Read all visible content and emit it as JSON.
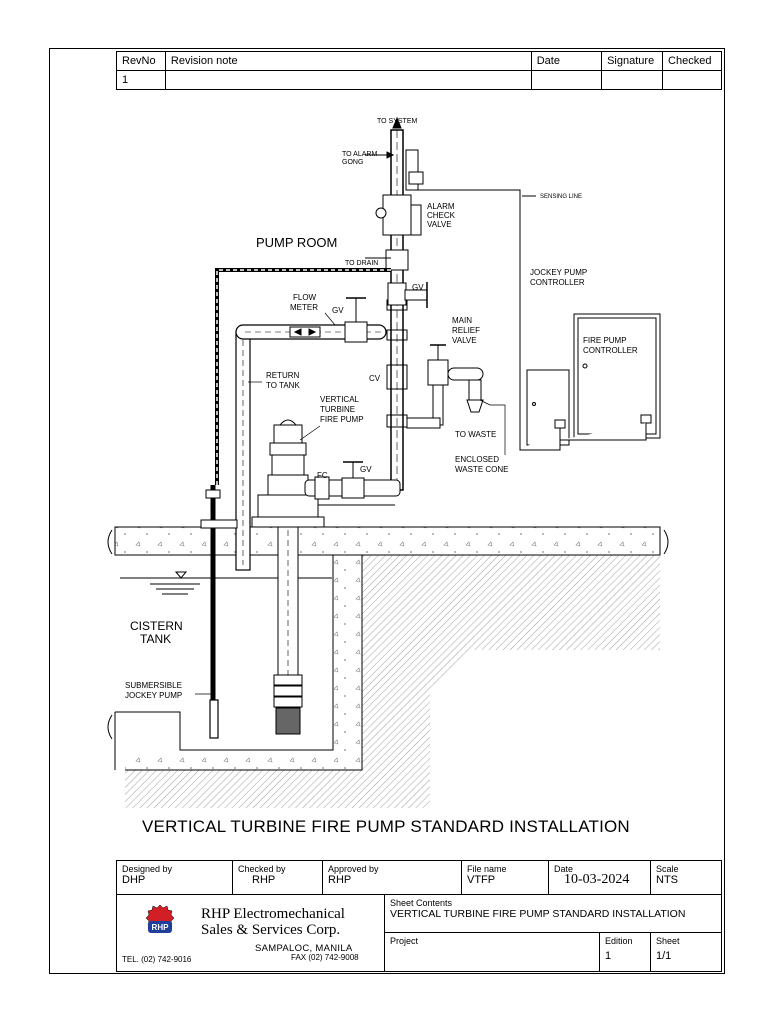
{
  "revision_table": {
    "headers": [
      "RevNo",
      "Revision note",
      "Date",
      "Signature",
      "Checked"
    ],
    "rows": [
      [
        "1",
        "",
        "",
        "",
        ""
      ]
    ]
  },
  "diagram": {
    "labels": {
      "to_system": "TO SYSTEM",
      "to_alarm_gong_1": "TO ALARM",
      "to_alarm_gong_2": "GONG",
      "alarm_check_valve_1": "ALARM",
      "alarm_check_valve_2": "CHECK",
      "alarm_check_valve_3": "VALVE",
      "sensing_line": "SENSING LINE",
      "pump_room": "PUMP ROOM",
      "to_drain": "TO DRAIN",
      "gv_top": "GV",
      "jockey_controller_1": "JOCKEY PUMP",
      "jockey_controller_2": "CONTROLLER",
      "flow_meter_1": "FLOW",
      "flow_meter_2": "METER",
      "gv_meter": "GV",
      "main_relief_1": "MAIN",
      "main_relief_2": "RELIEF",
      "main_relief_3": "VALVE",
      "fire_controller_1": "FIRE PUMP",
      "fire_controller_2": "CONTROLLER",
      "return_tank_1": "RETURN",
      "return_tank_2": "TO TANK",
      "cv": "CV",
      "vtfp_1": "VERTICAL",
      "vtfp_2": "TURBINE",
      "vtfp_3": "FIRE PUMP",
      "to_waste": "TO WASTE",
      "enclosed_cone_1": "ENCLOSED",
      "enclosed_cone_2": "WASTE CONE",
      "gv_bottom": "GV",
      "fc": "FC",
      "cistern_1": "CISTERN",
      "cistern_2": "TANK",
      "submersible_1": "SUBMERSIBLE",
      "submersible_2": "JOCKEY PUMP"
    }
  },
  "drawing_title": "VERTICAL TURBINE FIRE PUMP STANDARD INSTALLATION",
  "title_block": {
    "designed_by_label": "Designed by",
    "designed_by": "DHP",
    "checked_by_label": "Checked by",
    "checked_by": "RHP",
    "approved_by_label": "Approved by",
    "approved_by": "RHP",
    "file_name_label": "File name",
    "file_name": "VTFP",
    "date_label": "Date",
    "date": "10-03-2024",
    "scale_label": "Scale",
    "scale": "NTS",
    "company_line1": "RHP Electromechanical",
    "company_line2": "Sales & Services Corp.",
    "logo_text": "RHP",
    "address": "SAMPALOC, MANILA",
    "tel": "TEL. (02) 742-9016",
    "fax": "FAX (02) 742-9008",
    "sheet_contents_label": "Sheet Contents",
    "sheet_contents": "VERTICAL TURBINE FIRE PUMP STANDARD INSTALLATION",
    "project_label": "Project",
    "project": "",
    "edition_label": "Edition",
    "edition": "1",
    "sheet_label": "Sheet",
    "sheet": "1/1"
  },
  "colors": {
    "logo_red": "#d21f26",
    "logo_blue": "#1f3f9a"
  }
}
